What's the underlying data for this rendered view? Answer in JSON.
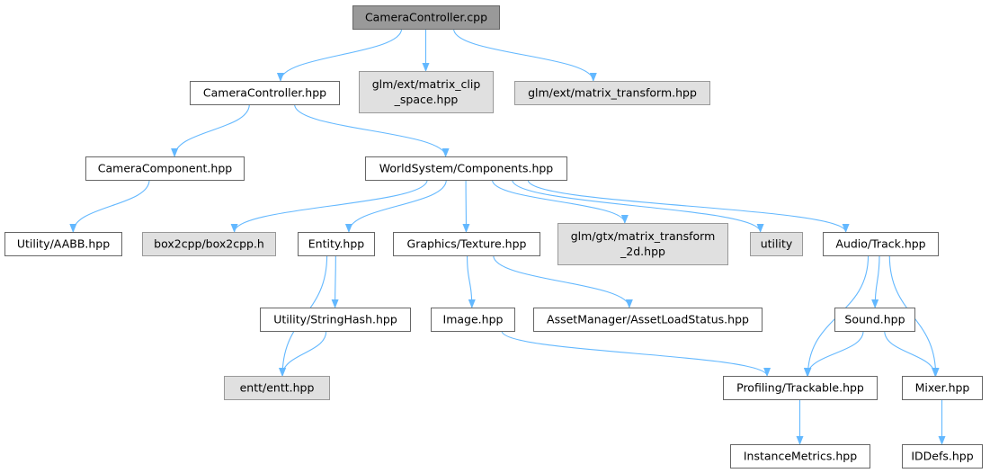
{
  "colors": {
    "root_fill": "#999999",
    "root_stroke": "#666666",
    "file_fill": "#ffffff",
    "file_stroke": "#666666",
    "external_fill": "#e0e0e0",
    "external_stroke": "#999999",
    "edge": "#63b8ff"
  },
  "nodes": [
    {
      "id": "root",
      "kind": "root",
      "lines": [
        "CameraController.cpp"
      ]
    },
    {
      "id": "camctrl_hpp",
      "kind": "file",
      "lines": [
        "CameraController.hpp"
      ]
    },
    {
      "id": "glm_clip",
      "kind": "external",
      "lines": [
        "glm/ext/matrix_clip",
        "_space.hpp"
      ]
    },
    {
      "id": "glm_transform",
      "kind": "external",
      "lines": [
        "glm/ext/matrix_transform.hpp"
      ]
    },
    {
      "id": "camcomp",
      "kind": "file",
      "lines": [
        "CameraComponent.hpp"
      ]
    },
    {
      "id": "worldsys",
      "kind": "file",
      "lines": [
        "WorldSystem/Components.hpp"
      ]
    },
    {
      "id": "aabb",
      "kind": "file",
      "lines": [
        "Utility/AABB.hpp"
      ]
    },
    {
      "id": "box2d",
      "kind": "external",
      "lines": [
        "box2cpp/box2cpp.h"
      ]
    },
    {
      "id": "entity",
      "kind": "file",
      "lines": [
        "Entity.hpp"
      ]
    },
    {
      "id": "texture",
      "kind": "file",
      "lines": [
        "Graphics/Texture.hpp"
      ]
    },
    {
      "id": "gtx2d",
      "kind": "external",
      "lines": [
        "glm/gtx/matrix_transform",
        "_2d.hpp"
      ]
    },
    {
      "id": "utility",
      "kind": "external",
      "lines": [
        "utility"
      ]
    },
    {
      "id": "track",
      "kind": "file",
      "lines": [
        "Audio/Track.hpp"
      ]
    },
    {
      "id": "stringhash",
      "kind": "file",
      "lines": [
        "Utility/StringHash.hpp"
      ]
    },
    {
      "id": "image",
      "kind": "file",
      "lines": [
        "Image.hpp"
      ]
    },
    {
      "id": "assetstatus",
      "kind": "file",
      "lines": [
        "AssetManager/AssetLoadStatus.hpp"
      ]
    },
    {
      "id": "sound",
      "kind": "file",
      "lines": [
        "Sound.hpp"
      ]
    },
    {
      "id": "entt",
      "kind": "external",
      "lines": [
        "entt/entt.hpp"
      ]
    },
    {
      "id": "trackable",
      "kind": "file",
      "lines": [
        "Profiling/Trackable.hpp"
      ]
    },
    {
      "id": "mixer",
      "kind": "file",
      "lines": [
        "Mixer.hpp"
      ]
    },
    {
      "id": "metrics",
      "kind": "file",
      "lines": [
        "InstanceMetrics.hpp"
      ]
    },
    {
      "id": "iddefs",
      "kind": "file",
      "lines": [
        "IDDefs.hpp"
      ]
    }
  ],
  "edges": [
    [
      "root",
      "camctrl_hpp"
    ],
    [
      "root",
      "glm_clip"
    ],
    [
      "root",
      "glm_transform"
    ],
    [
      "camctrl_hpp",
      "camcomp"
    ],
    [
      "camctrl_hpp",
      "worldsys"
    ],
    [
      "camcomp",
      "aabb"
    ],
    [
      "worldsys",
      "box2d"
    ],
    [
      "worldsys",
      "entity"
    ],
    [
      "worldsys",
      "texture"
    ],
    [
      "worldsys",
      "gtx2d"
    ],
    [
      "worldsys",
      "utility"
    ],
    [
      "worldsys",
      "track"
    ],
    [
      "entity",
      "stringhash"
    ],
    [
      "entity",
      "entt"
    ],
    [
      "stringhash",
      "entt"
    ],
    [
      "texture",
      "image"
    ],
    [
      "texture",
      "assetstatus"
    ],
    [
      "image",
      "trackable"
    ],
    [
      "track",
      "sound"
    ],
    [
      "track",
      "trackable"
    ],
    [
      "track",
      "mixer"
    ],
    [
      "sound",
      "trackable"
    ],
    [
      "sound",
      "mixer"
    ],
    [
      "trackable",
      "metrics"
    ],
    [
      "mixer",
      "iddefs"
    ]
  ]
}
